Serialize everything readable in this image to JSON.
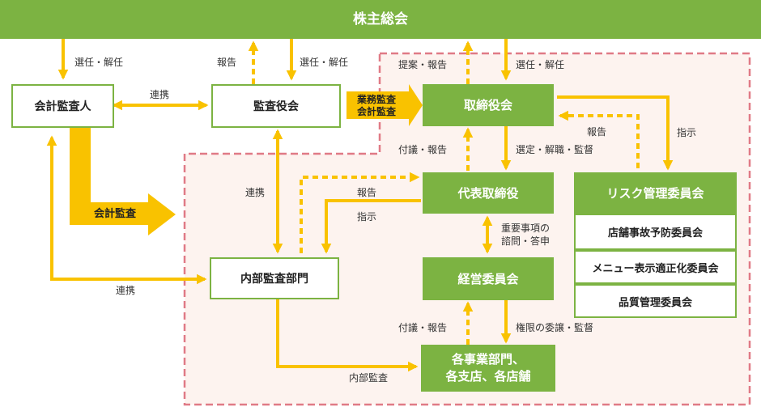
{
  "nodes": {
    "shareholders": "株主総会",
    "accounting_auditor": "会計監査人",
    "audit_board": "監査役会",
    "board": "取締役会",
    "representative": "代表取締役",
    "risk_committee": "リスク管理委員会",
    "store_accident": "店舗事故予防委員会",
    "menu_display": "メニュー表示適正化委員会",
    "quality": "品質管理委員会",
    "internal_audit": "内部監査部門",
    "management": "経営委員会",
    "divisions_line1": "各事業部門、",
    "divisions_line2": "各支店、各店舗"
  },
  "labels": {
    "elect_dismiss_left": "選任・解任",
    "report_to_shareholders": "報告",
    "elect_dismiss_audit": "選任・解任",
    "proposal_report": "提案・報告",
    "elect_dismiss_board": "選任・解任",
    "cooperation_top": "連携",
    "business_audit": "業務監査",
    "accounting_audit_small": "会計監査",
    "report_risk": "報告",
    "instruct_risk": "指示",
    "submit_report_board": "付議・報告",
    "appoint_supervise": "選定・解職・監督",
    "cooperation_mid": "連携",
    "report_rep": "報告",
    "instruct_rep": "指示",
    "accounting_audit_big": "会計監査",
    "consult_line1": "重要事項の",
    "consult_line2": "諮問・答申",
    "cooperation_bottom": "連携",
    "submit_report_mgmt": "付議・報告",
    "delegate_supervise": "権限の委譲・監督",
    "internal_audit_label": "内部監査"
  },
  "colors": {
    "green": "#7cb342",
    "yellow": "#f9c200",
    "pink_dash": "#e07a86",
    "pink_bg": "#fdf3ef"
  }
}
